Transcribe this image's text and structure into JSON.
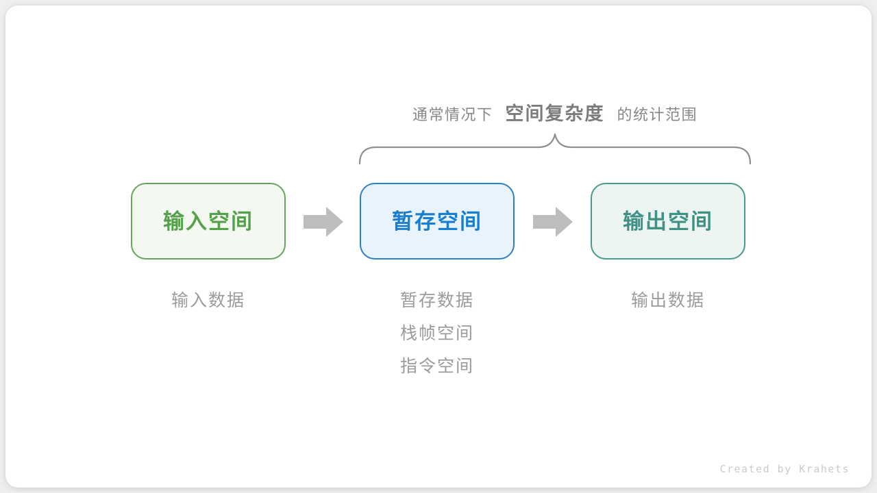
{
  "header": {
    "prefix": "通常情况下",
    "highlight": "空间复杂度",
    "suffix": "的统计范围"
  },
  "boxes": [
    {
      "id": "input-space",
      "label": "输入空间"
    },
    {
      "id": "buffer-space",
      "label": "暂存空间"
    },
    {
      "id": "output-space",
      "label": "输出空间"
    }
  ],
  "sublabels": {
    "input": "输入数据",
    "buffer": [
      "暂存数据",
      "栈帧空间",
      "指令空间"
    ],
    "output": "输出数据"
  },
  "icons": {
    "arrow": "right-block-arrow",
    "brace": "curly-brace-up"
  },
  "credit": "Created by Krahets",
  "colors": {
    "page-bg": "#efefef",
    "card-bg": "#ffffff",
    "header-text": "#878787",
    "header-bold": "#7b7b7b",
    "brace": "#8f8f8f",
    "arrow": "#bdbdbd",
    "sublabel": "#9b9b9b",
    "credit": "#cbcbcb",
    "box-input-border": "#66a45e",
    "box-input-bg": "#f3f9f0",
    "box-input-text": "#55a04a",
    "box-buffer-border": "#2d7fc4",
    "box-buffer-bg": "#e9f3fb",
    "box-buffer-text": "#187ed0",
    "box-output-border": "#4a998c",
    "box-output-bg": "#ecf5f1",
    "box-output-text": "#3f9186"
  }
}
